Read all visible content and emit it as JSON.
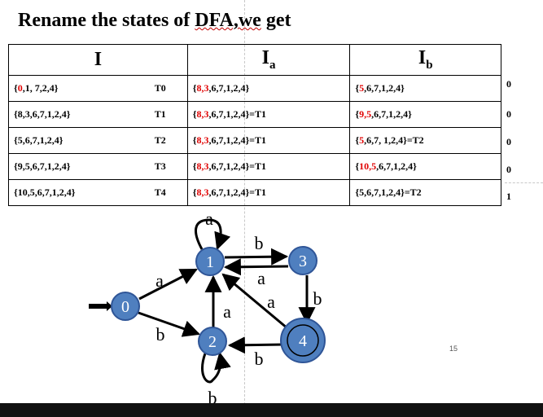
{
  "title": {
    "prefix": "Rename the states of ",
    "underlined": "DFA,we",
    "suffix": " get"
  },
  "table": {
    "headers": {
      "i": "I",
      "ia_base": "I",
      "ia_sub": "a",
      "ib_base": "I",
      "ib_sub": "b"
    },
    "rows": [
      {
        "i_red": "0",
        "i_rest": ",1, 7,2,4}",
        "name": "T0",
        "a_red": "8,3",
        "a_rest": ",6,7,1,2,4}",
        "b_red": "5",
        "b_rest": ",6,7,1,2,4}",
        "final": "0"
      },
      {
        "i_red": "",
        "i_rest": "8,3,6,7,1,2,4}",
        "name": "T1",
        "a_red": "8,3",
        "a_rest": ",6,7,1,2,4}=T1",
        "b_red": "9,5",
        "b_rest": ",6,7,1,2,4}",
        "final": "0"
      },
      {
        "i_red": "",
        "i_rest": "5,6,7,1,2,4}",
        "name": "T2",
        "a_red": "8,3",
        "a_rest": ",6,7,1,2,4}=T1",
        "b_red": "5",
        "b_rest": ",6,7, 1,2,4}=T2",
        "final": "0"
      },
      {
        "i_red": "",
        "i_rest": "9,5,6,7,1,2,4}",
        "name": "T3",
        "a_red": "8,3",
        "a_rest": ",6,7,1,2,4}=T1",
        "b_red": "10,5",
        "b_rest": ",6,7,1,2,4}",
        "final": "0"
      },
      {
        "i_red": "",
        "i_rest": "10,5,6,7,1,2,4}",
        "name": "T4",
        "a_red": "8,3",
        "a_rest": ",6,7,1,2,4}=T1",
        "b_red": "",
        "b_rest": "5,6,7,1,2,4}=T2",
        "final": "1"
      }
    ]
  },
  "diagram": {
    "states": [
      "0",
      "1",
      "2",
      "3",
      "4"
    ],
    "start_state": "0",
    "accepting_states": [
      "4"
    ],
    "transitions": [
      {
        "from": "0",
        "to": "1",
        "symbol": "a"
      },
      {
        "from": "0",
        "to": "2",
        "symbol": "b"
      },
      {
        "from": "1",
        "to": "1",
        "symbol": "a"
      },
      {
        "from": "1",
        "to": "3",
        "symbol": "b"
      },
      {
        "from": "2",
        "to": "1",
        "symbol": "a"
      },
      {
        "from": "2",
        "to": "2",
        "symbol": "b"
      },
      {
        "from": "3",
        "to": "1",
        "symbol": "a"
      },
      {
        "from": "3",
        "to": "4",
        "symbol": "b"
      },
      {
        "from": "4",
        "to": "1",
        "symbol": "a"
      },
      {
        "from": "4",
        "to": "2",
        "symbol": "b"
      }
    ],
    "node_color": "#4f7fbf",
    "node_stroke": "#2f5597"
  },
  "page_number": "15"
}
